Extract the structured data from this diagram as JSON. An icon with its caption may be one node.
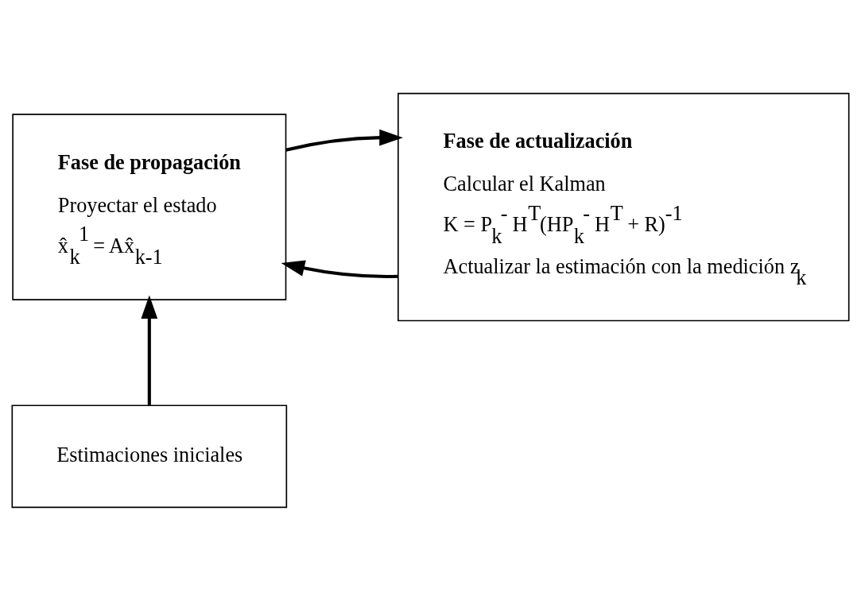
{
  "diagram": {
    "nodes": [
      {
        "text": [
          "Fase de propagación",
          "Proyectar el estado",
          "x̂$_{k}$$^{1}$ = Ax̂$_{k-1}$"
        ]
      },
      {
        "text": [
          "Fase de actualización",
          "Calcular el Kalman",
          "K = P$_{k}$$^{-}$ H$^{T}$(HP$_{k}$$^{-}$ H$^{T}$ + R)$^{-1}$",
          "Actualizar la estimación con la medición z$_{k}$"
        ]
      },
      {
        "text": [
          "Estimaciones iniciales"
        ]
      }
    ],
    "edges": [
      {
        "from": 0,
        "to": 1,
        "arrow": "to"
      },
      {
        "from": 1,
        "to": 0,
        "arrow": "to"
      },
      {
        "from": 2,
        "to": 0,
        "arrow": "to"
      }
    ]
  }
}
